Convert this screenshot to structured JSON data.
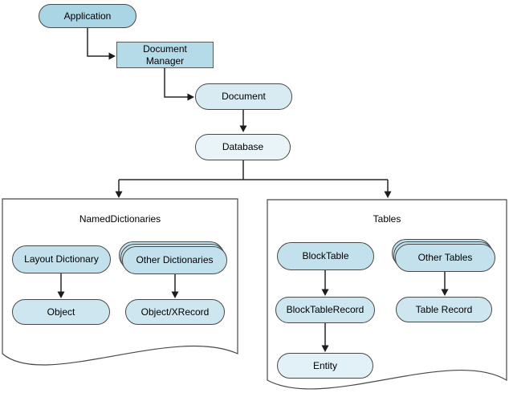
{
  "diagram": {
    "nodes": {
      "application": {
        "label": "Application"
      },
      "document_manager": {
        "label": "Document Manager"
      },
      "document": {
        "label": "Document"
      },
      "database": {
        "label": "Database"
      }
    },
    "groups": {
      "named_dictionaries": {
        "title": "NamedDictionaries",
        "nodes": {
          "layout_dictionary": {
            "label": "Layout Dictionary"
          },
          "other_dictionaries": {
            "label": "Other Dictionaries"
          },
          "object": {
            "label": "Object"
          },
          "object_xrecord": {
            "label": "Object/XRecord"
          }
        }
      },
      "tables": {
        "title": "Tables",
        "nodes": {
          "block_table": {
            "label": "BlockTable"
          },
          "other_tables": {
            "label": "Other Tables"
          },
          "block_table_record": {
            "label": "BlockTableRecord"
          },
          "table_record": {
            "label": "Table Record"
          },
          "entity": {
            "label": "Entity"
          }
        }
      }
    },
    "colors": {
      "node_fill_application": "#aad5e4",
      "node_fill_document_manager": "#b6dbe8",
      "node_fill_document": "#d8ebf3",
      "node_fill_database": "#e9f4f9",
      "node_fill_group_row1": "#c3e1ed",
      "node_fill_group_row2": "#cde6f0",
      "node_fill_entity": "#e2f0f7",
      "node_border": "#484848",
      "connector": "#262626",
      "background": "#ffffff"
    }
  }
}
